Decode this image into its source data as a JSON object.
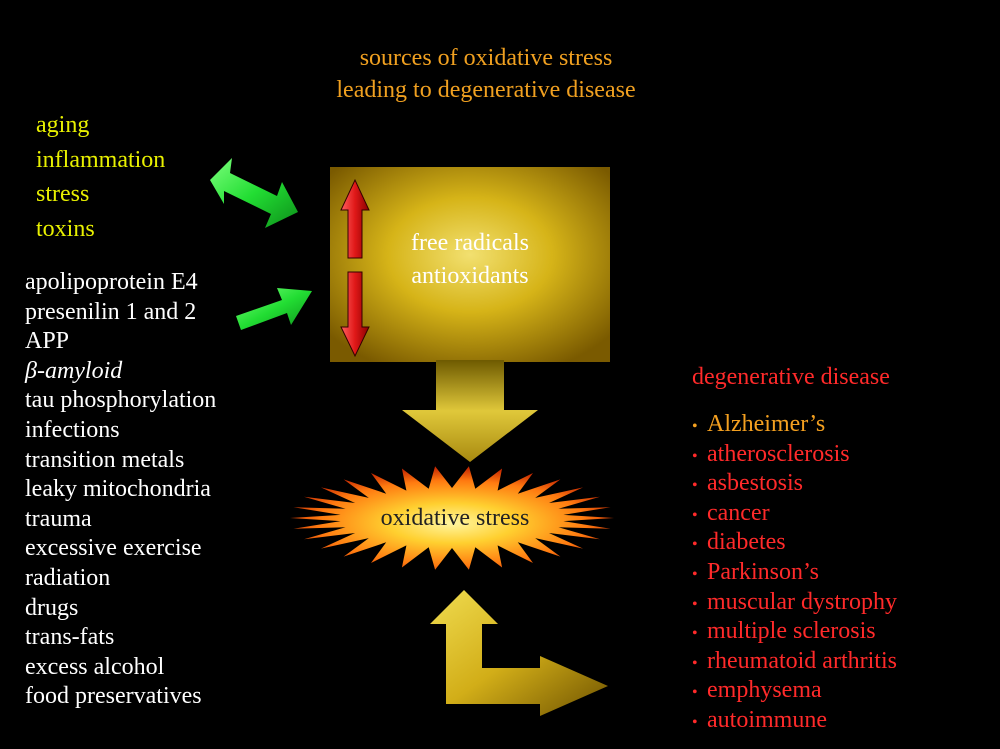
{
  "title": {
    "line1": "sources of oxidative stress",
    "line2": "leading to degenerative disease"
  },
  "yellow_sources": [
    "aging",
    "inflammation",
    "stress",
    "toxins"
  ],
  "white_sources": [
    "apolipoprotein E4",
    "presenilin 1 and 2",
    "APP",
    "β-amyloid",
    "tau phosphorylation",
    "infections",
    "transition metals",
    "leaky mitochondria",
    "trauma",
    "excessive exercise",
    "radiation",
    "drugs",
    "trans-fats",
    "excess alcohol",
    "food preservatives"
  ],
  "box": {
    "line1": "free radicals",
    "line2": "antioxidants"
  },
  "burst": {
    "label": "oxidative stress"
  },
  "disease": {
    "heading": "degenerative disease",
    "bullet": "•",
    "items": [
      "Alzheimer’s",
      "atherosclerosis",
      "asbestosis",
      "cancer",
      "diabetes",
      "Parkinson’s",
      "muscular dystrophy",
      "multiple sclerosis",
      "rheumatoid arthritis",
      "emphysema",
      "autoimmune"
    ]
  },
  "colors": {
    "background": "#000000",
    "title": "#f0a020",
    "yellow_text": "#e8f000",
    "disease_text": "#ff2a2a",
    "highlight_item": "#f4a020",
    "green_arrow": "#22dd33",
    "red_arrow": "#e01818",
    "gold_box": "#c8a800"
  }
}
